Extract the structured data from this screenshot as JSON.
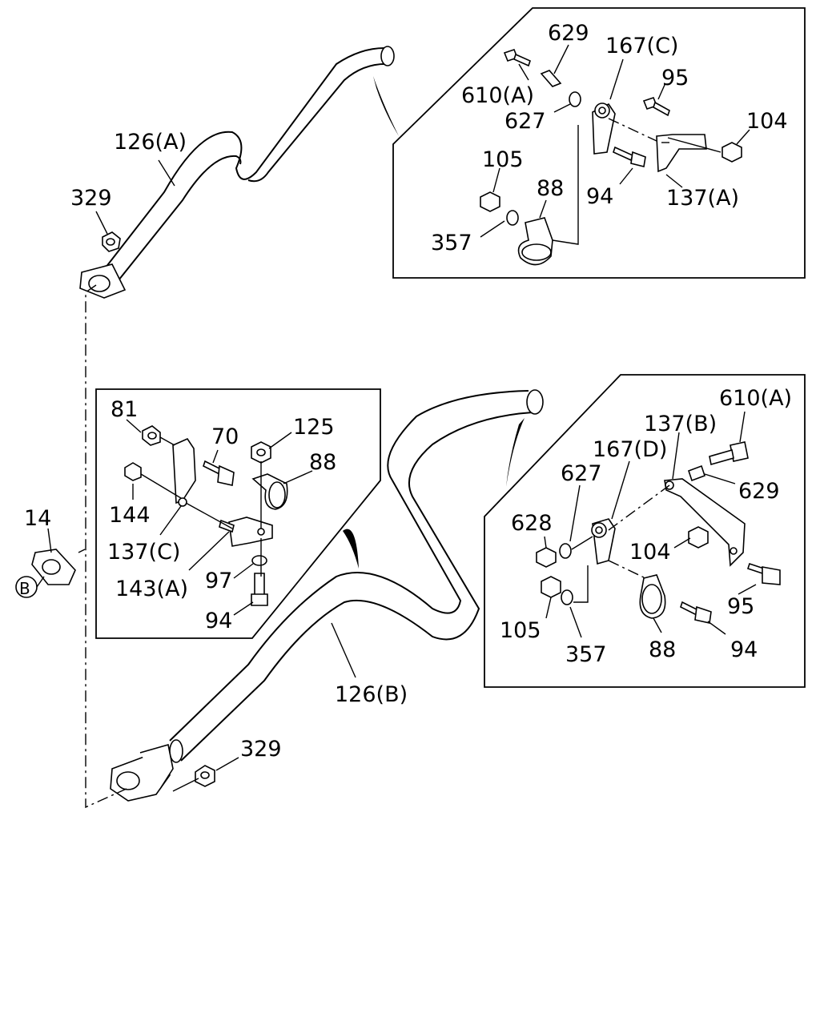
{
  "labels": {
    "p629_top": "629",
    "p610a_top": "610(A)",
    "p167c": "167(C)",
    "p95_top": "95",
    "p627_top": "627",
    "p104_top": "104",
    "p105_top": "105",
    "p88_top": "88",
    "p94_top": "94",
    "p137a": "137(A)",
    "p357_top": "357",
    "p126a": "126(A)",
    "p329_top": "329",
    "p81": "81",
    "p125": "125",
    "p70": "70",
    "p88_left": "88",
    "p144": "144",
    "p137c": "137(C)",
    "p143a": "143(A)",
    "p97": "97",
    "p94_left": "94",
    "p14": "14",
    "pB": "B",
    "p610a_right": "610(A)",
    "p137b": "137(B)",
    "p167d": "167(D)",
    "p627_right": "627",
    "p629_right": "629",
    "p628": "628",
    "p104_right": "104",
    "p95_right": "95",
    "p105_right": "105",
    "p357_right": "357",
    "p88_right": "88",
    "p94_right": "94",
    "p126b": "126(B)",
    "p329_bottom": "329"
  }
}
